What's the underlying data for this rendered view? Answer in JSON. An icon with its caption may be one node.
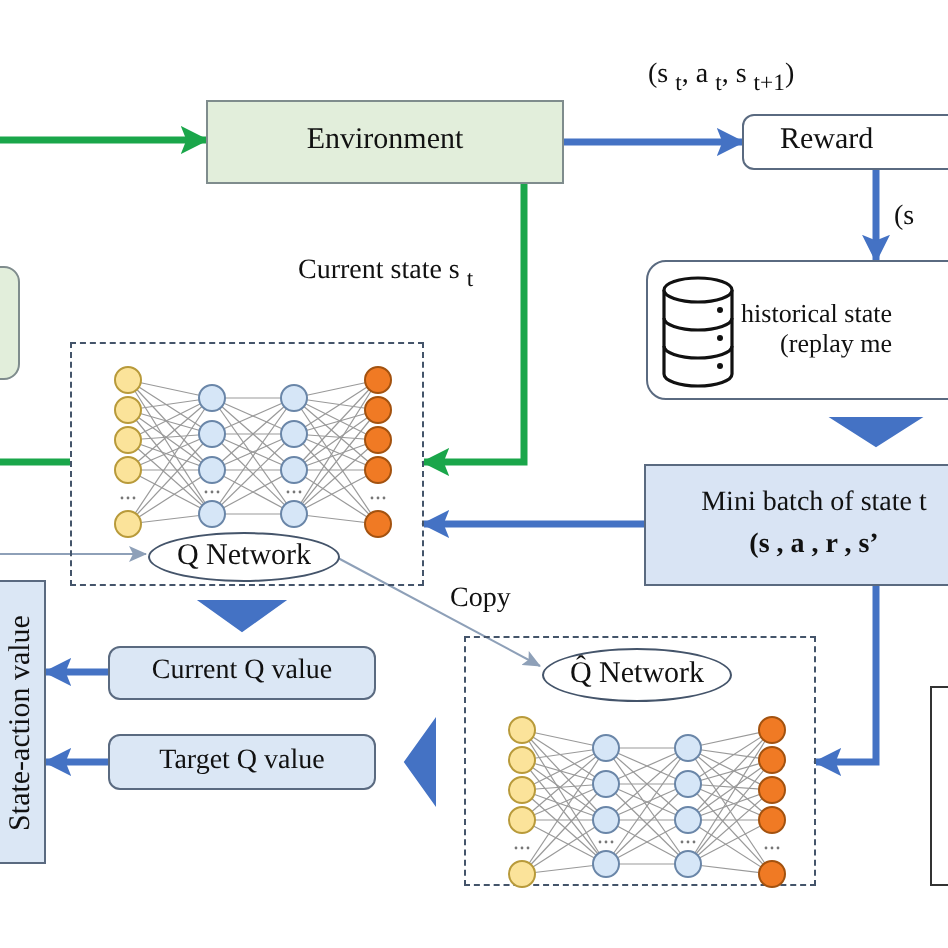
{
  "diagram": {
    "nodes": [
      {
        "text": [
          "Environment"
        ]
      },
      {
        "text": [
          "Reward"
        ]
      },
      {
        "text": [],
        "shape": "box"
      },
      {
        "text": [
          "historical state (replay me"
        ]
      },
      {
        "text": [],
        "shape": "box"
      },
      {
        "text": [
          "Q Network"
        ],
        "in": 4
      },
      {
        "text": [
          "Mini batch of state t",
          "(s , a , r , s’"
        ]
      },
      {
        "text": [
          "Current Q value"
        ]
      },
      {
        "text": [
          "Target Q value"
        ]
      },
      {
        "text": [
          "State-action value"
        ]
      },
      {
        "text": [],
        "shape": "box"
      },
      {
        "text": [
          "Q̂ Network"
        ],
        "in": 10
      },
      {
        "text": [],
        "shape": "box"
      }
    ],
    "edges": [
      {
        "from": null,
        "to": 0,
        "arrow": "to",
        "color": "#1aa64a"
      },
      {
        "from": 0,
        "to": 1,
        "arrow": "to",
        "label": "(s $_{t}$, a $_{t}$, s $_{t+1}$)"
      },
      {
        "from": 1,
        "to": 3,
        "arrow": "to",
        "label": "(s"
      },
      {
        "from": 0,
        "to": 4,
        "arrow": "to",
        "color": "#1aa64a",
        "label": "Current state s $_{t}$"
      },
      {
        "from": 4,
        "to": null,
        "arrow": "none",
        "color": "#1aa64a"
      },
      {
        "from": 3,
        "to": 6,
        "arrow": "to"
      },
      {
        "from": 6,
        "to": 4,
        "arrow": "to"
      },
      {
        "from": 6,
        "to": 10,
        "arrow": "to"
      },
      {
        "from": 5,
        "to": 11,
        "arrow": "to",
        "color": "#8ea0b8",
        "label": "Copy"
      },
      {
        "from": null,
        "to": 5,
        "arrow": "to",
        "color": "#8ea0b8"
      },
      {
        "from": 4,
        "to": 7,
        "arrow": "to"
      },
      {
        "from": 10,
        "to": 8,
        "arrow": "to"
      },
      {
        "from": 7,
        "to": 9,
        "arrow": "to"
      },
      {
        "from": 8,
        "to": 9,
        "arrow": "to"
      }
    ]
  }
}
